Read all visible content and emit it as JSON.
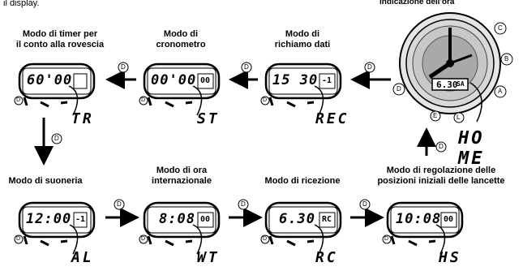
{
  "top_note": "il display.",
  "header_right": "indicazione dell'ora",
  "modes": {
    "countdown": {
      "title_l1": "Modo di timer per",
      "title_l2": "il conto alla rovescia",
      "display": "60'00",
      "code": "TR"
    },
    "stopwatch": {
      "title_l1": "Modo di",
      "title_l2": "cronometro",
      "display": "00'00",
      "sub": "00",
      "code": "ST"
    },
    "recall": {
      "title_l1": "Modo di",
      "title_l2": "richiamo dati",
      "display": "15 30",
      "sub": "-1",
      "code": "REC"
    },
    "alarm": {
      "title_l1": "Modo di suoneria",
      "display": "12:00",
      "sub": "-1",
      "code": "AL"
    },
    "worldtime": {
      "title_l1": "Modo di ora",
      "title_l2": "internazionale",
      "display": "8:08",
      "sub": "00",
      "code": "WT"
    },
    "receive": {
      "title_l1": "Modo di ricezione",
      "display": "6.30",
      "sub": "RC",
      "code": "RC"
    },
    "hand_setting": {
      "title_l1": "Modo di regolazione delle",
      "title_l2": "posizioni iniziali delle lancette",
      "display": "10:08",
      "sub": "00",
      "code": "HS"
    },
    "timekeeping": {
      "display": "6.30",
      "sub": "SA",
      "code": "HO ME"
    }
  },
  "buttons": {
    "d": "D",
    "a": "A",
    "b": "B",
    "c": "C",
    "e": "E",
    "l": "L"
  }
}
